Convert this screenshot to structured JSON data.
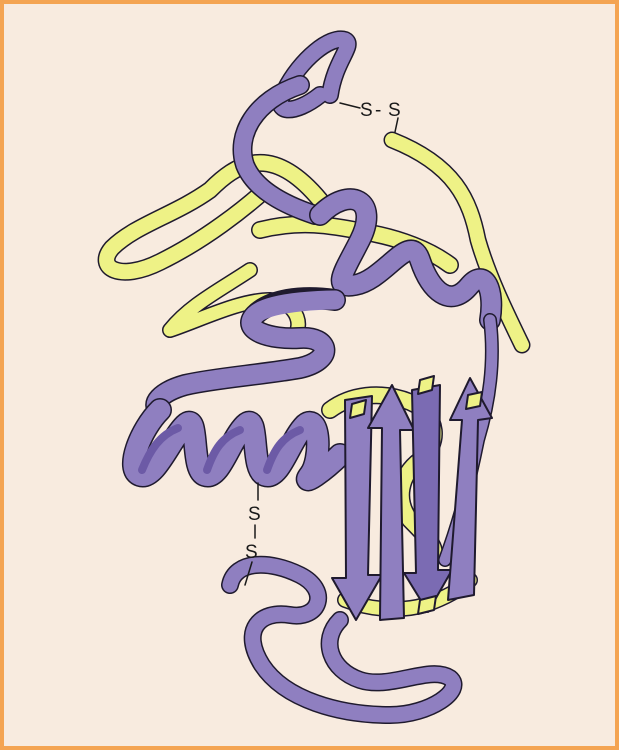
{
  "figure": {
    "colors": {
      "background": "#f8ebdf",
      "border": "#f4a452",
      "chain_purple": "#8f7fc0",
      "chain_purple_dark": "#6c5aa6",
      "chain_yellow": "#eef286",
      "chain_yellow_dark": "#d8e05a",
      "outline": "#1f1a2e"
    },
    "icons": [
      "ribbon-diagram-icon"
    ],
    "labels": {
      "top_s1": "S",
      "top_dash": "-",
      "top_s2": "S",
      "bottom_s1": "S",
      "bottom_s2": "S"
    }
  }
}
